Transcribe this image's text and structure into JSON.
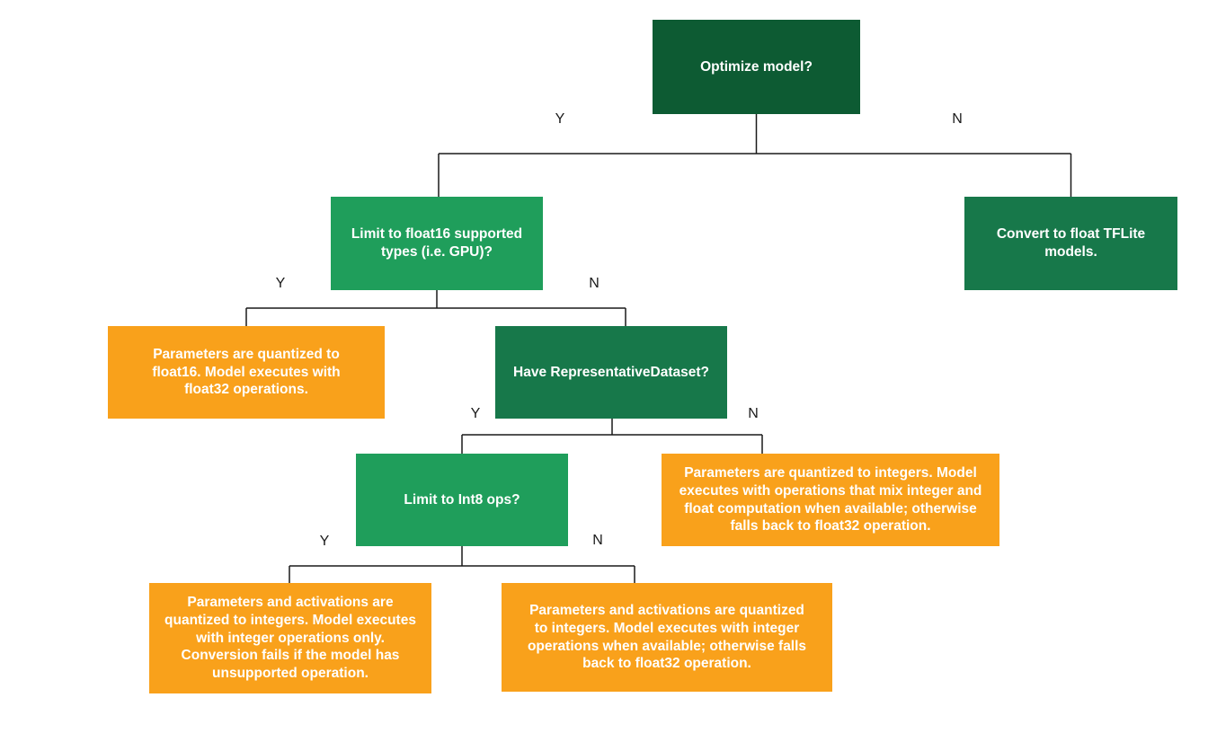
{
  "colors": {
    "dark_green": "#0D5B33",
    "mid_green": "#17784A",
    "light_green": "#1F9E5B",
    "orange": "#F9A11B",
    "line": "#1a1a1a"
  },
  "labels": {
    "yes": "Y",
    "no": "N"
  },
  "nodes": {
    "optimize_model": {
      "text": "Optimize model?"
    },
    "limit_float16": {
      "text": "Limit to float16 supported types (i.e. GPU)?"
    },
    "convert_float": {
      "text": "Convert to float TFLite models."
    },
    "float16_result": {
      "text": "Parameters are quantized to float16. Model executes with float32 operations."
    },
    "have_dataset": {
      "text": "Have RepresentativeDataset?"
    },
    "limit_int8": {
      "text": "Limit to Int8 ops?"
    },
    "integer_mix_result": {
      "text": "Parameters are quantized to integers. Model executes with operations that mix integer and float computation when available; otherwise falls back to float32 operation."
    },
    "integer_only_result": {
      "text": "Parameters and activations are quantized to integers. Model executes with integer operations only. Conversion fails if the model has unsupported operation."
    },
    "integer_fallback_result": {
      "text": "Parameters and activations are quantized to integers. Model executes with integer operations when available; otherwise falls back to float32 operation."
    }
  }
}
